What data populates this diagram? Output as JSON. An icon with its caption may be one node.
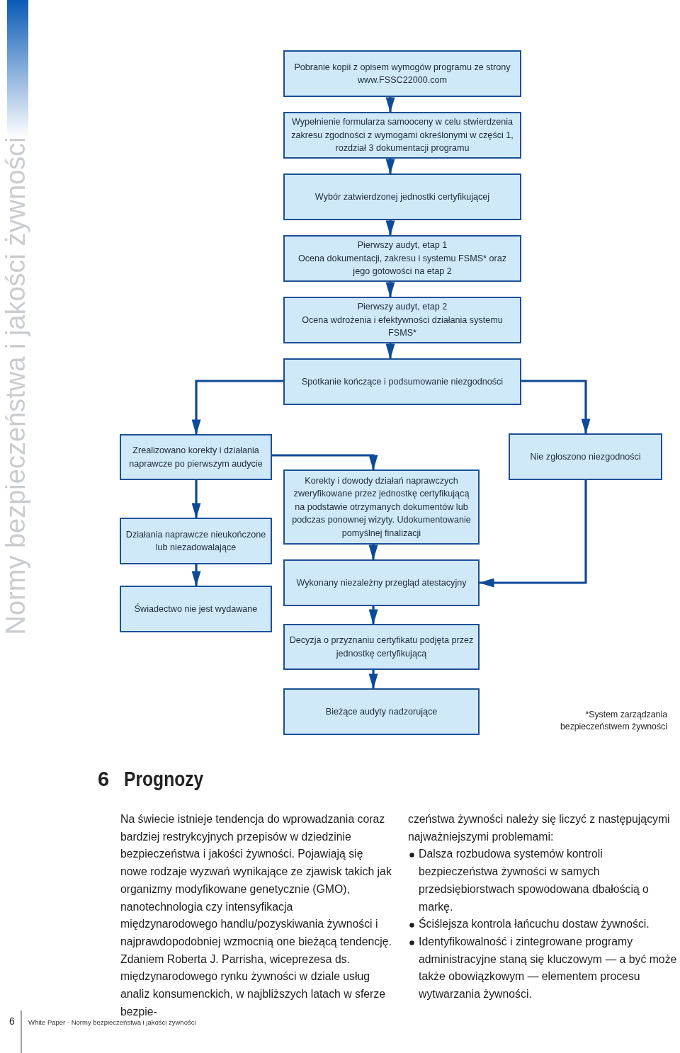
{
  "diagram": {
    "nodes": [
      {
        "text": [
          "Pobranie kopii z opisem wymogów programu ze strony www.FSSC22000.com"
        ]
      },
      {
        "text": [
          "Wypełnienie formularza samooceny w celu stwierdzenia zakresu zgodności z wymogami określonymi w części 1, rozdział 3 dokumentacji programu"
        ]
      },
      {
        "text": [
          "Wybór zatwierdzonej jednostki certyfikującej"
        ]
      },
      {
        "text": [
          "Pierwszy audyt, etap 1",
          "Ocena dokumentacji, zakresu i systemu FSMS* oraz jego gotowości na etap 2"
        ]
      },
      {
        "text": [
          "Pierwszy audyt, etap 2",
          "Ocena wdrożenia i efektywności działania systemu FSMS*"
        ]
      },
      {
        "text": [
          "Spotkanie kończące i podsumowanie niezgodności"
        ]
      },
      {
        "text": [
          "Zrealizowano korekty i działania naprawcze po pierwszym audycie"
        ]
      },
      {
        "text": [
          "Nie zgłoszono niezgodności"
        ]
      },
      {
        "text": [
          "Korekty i dowody działań naprawczych zweryfikowane przez jednostkę certyfikującą na podstawie otrzymanych dokumentów lub podczas ponownej wizyty. Udokumentowanie pomyślnej finalizacji"
        ]
      },
      {
        "text": [
          "Działania naprawcze nieukończone lub niezadowalające"
        ]
      },
      {
        "text": [
          "Wykonany niezależny przegląd atestacyjny"
        ]
      },
      {
        "text": [
          "Świadectwo nie jest wydawane"
        ]
      },
      {
        "text": [
          "Decyzja o przyznaniu certyfikatu podjęta przez jednostkę certyfikującą"
        ]
      },
      {
        "text": [
          "Bieżące audyty nadzorujące"
        ]
      }
    ],
    "edges": [
      {
        "from": 0,
        "to": 1,
        "arrow": "to"
      },
      {
        "from": 1,
        "to": 2,
        "arrow": "to"
      },
      {
        "from": 2,
        "to": 3,
        "arrow": "to"
      },
      {
        "from": 3,
        "to": 4,
        "arrow": "to"
      },
      {
        "from": 4,
        "to": 5,
        "arrow": "to"
      },
      {
        "from": 5,
        "to": 6,
        "arrow": "to"
      },
      {
        "from": 5,
        "to": 7,
        "arrow": "to"
      },
      {
        "from": 6,
        "to": 8,
        "arrow": "to"
      },
      {
        "from": 6,
        "to": 9,
        "arrow": "to"
      },
      {
        "from": 9,
        "to": 11,
        "arrow": "to"
      },
      {
        "from": 8,
        "to": 10,
        "arrow": "to"
      },
      {
        "from": 7,
        "to": 10,
        "arrow": "to"
      },
      {
        "from": 10,
        "to": 12,
        "arrow": "to"
      },
      {
        "from": 12,
        "to": 13,
        "arrow": "to"
      }
    ],
    "labels": [
      "Normy bezpieczeństwa i jakości żywności",
      "*System zarządzania bezpieczeństwem żywności",
      "6",
      "Prognozy",
      "Na świecie istnieje tendencja do wprowadzania coraz bardziej restrykcyjnych przepisów w dziedzinie bezpieczeństwa i jakości żywności. Pojawiają się nowe rodzaje wyzwań wynikające ze zjawisk takich jak organizmy modyfikowane genetycznie (GMO), nanotechnologia czy intensyfikacja międzynarodowego handlu/pozyskiwania żywności i najprawdopodobniej wzmocnią one bieżącą tendencję. Zdaniem Roberta J. Parrisha, wiceprezesa ds. międzynarodowego rynku żywności w dziale usług analiz konsumenckich, w najbliższych latach w sferze bezpie-",
      "czeństwa żywności należy się liczyć z następującymi najważniejszymi problemami:",
      "Dalsza rozbudowa systemów kontroli bezpieczeństwa żywności w samych przedsiębiorstwach spowodowana dbałością o markę.",
      "Ściślejsza kontrola łańcuchu dostaw żywności.",
      "Identyfikowalność i zintegrowane programy administracyjne staną się kluczowym — a być może także obowiązkowym — elementem procesu wytwarzania żywności.",
      "6",
      "White Paper - Normy bezpieczeństwa i jakości żywności"
    ]
  }
}
